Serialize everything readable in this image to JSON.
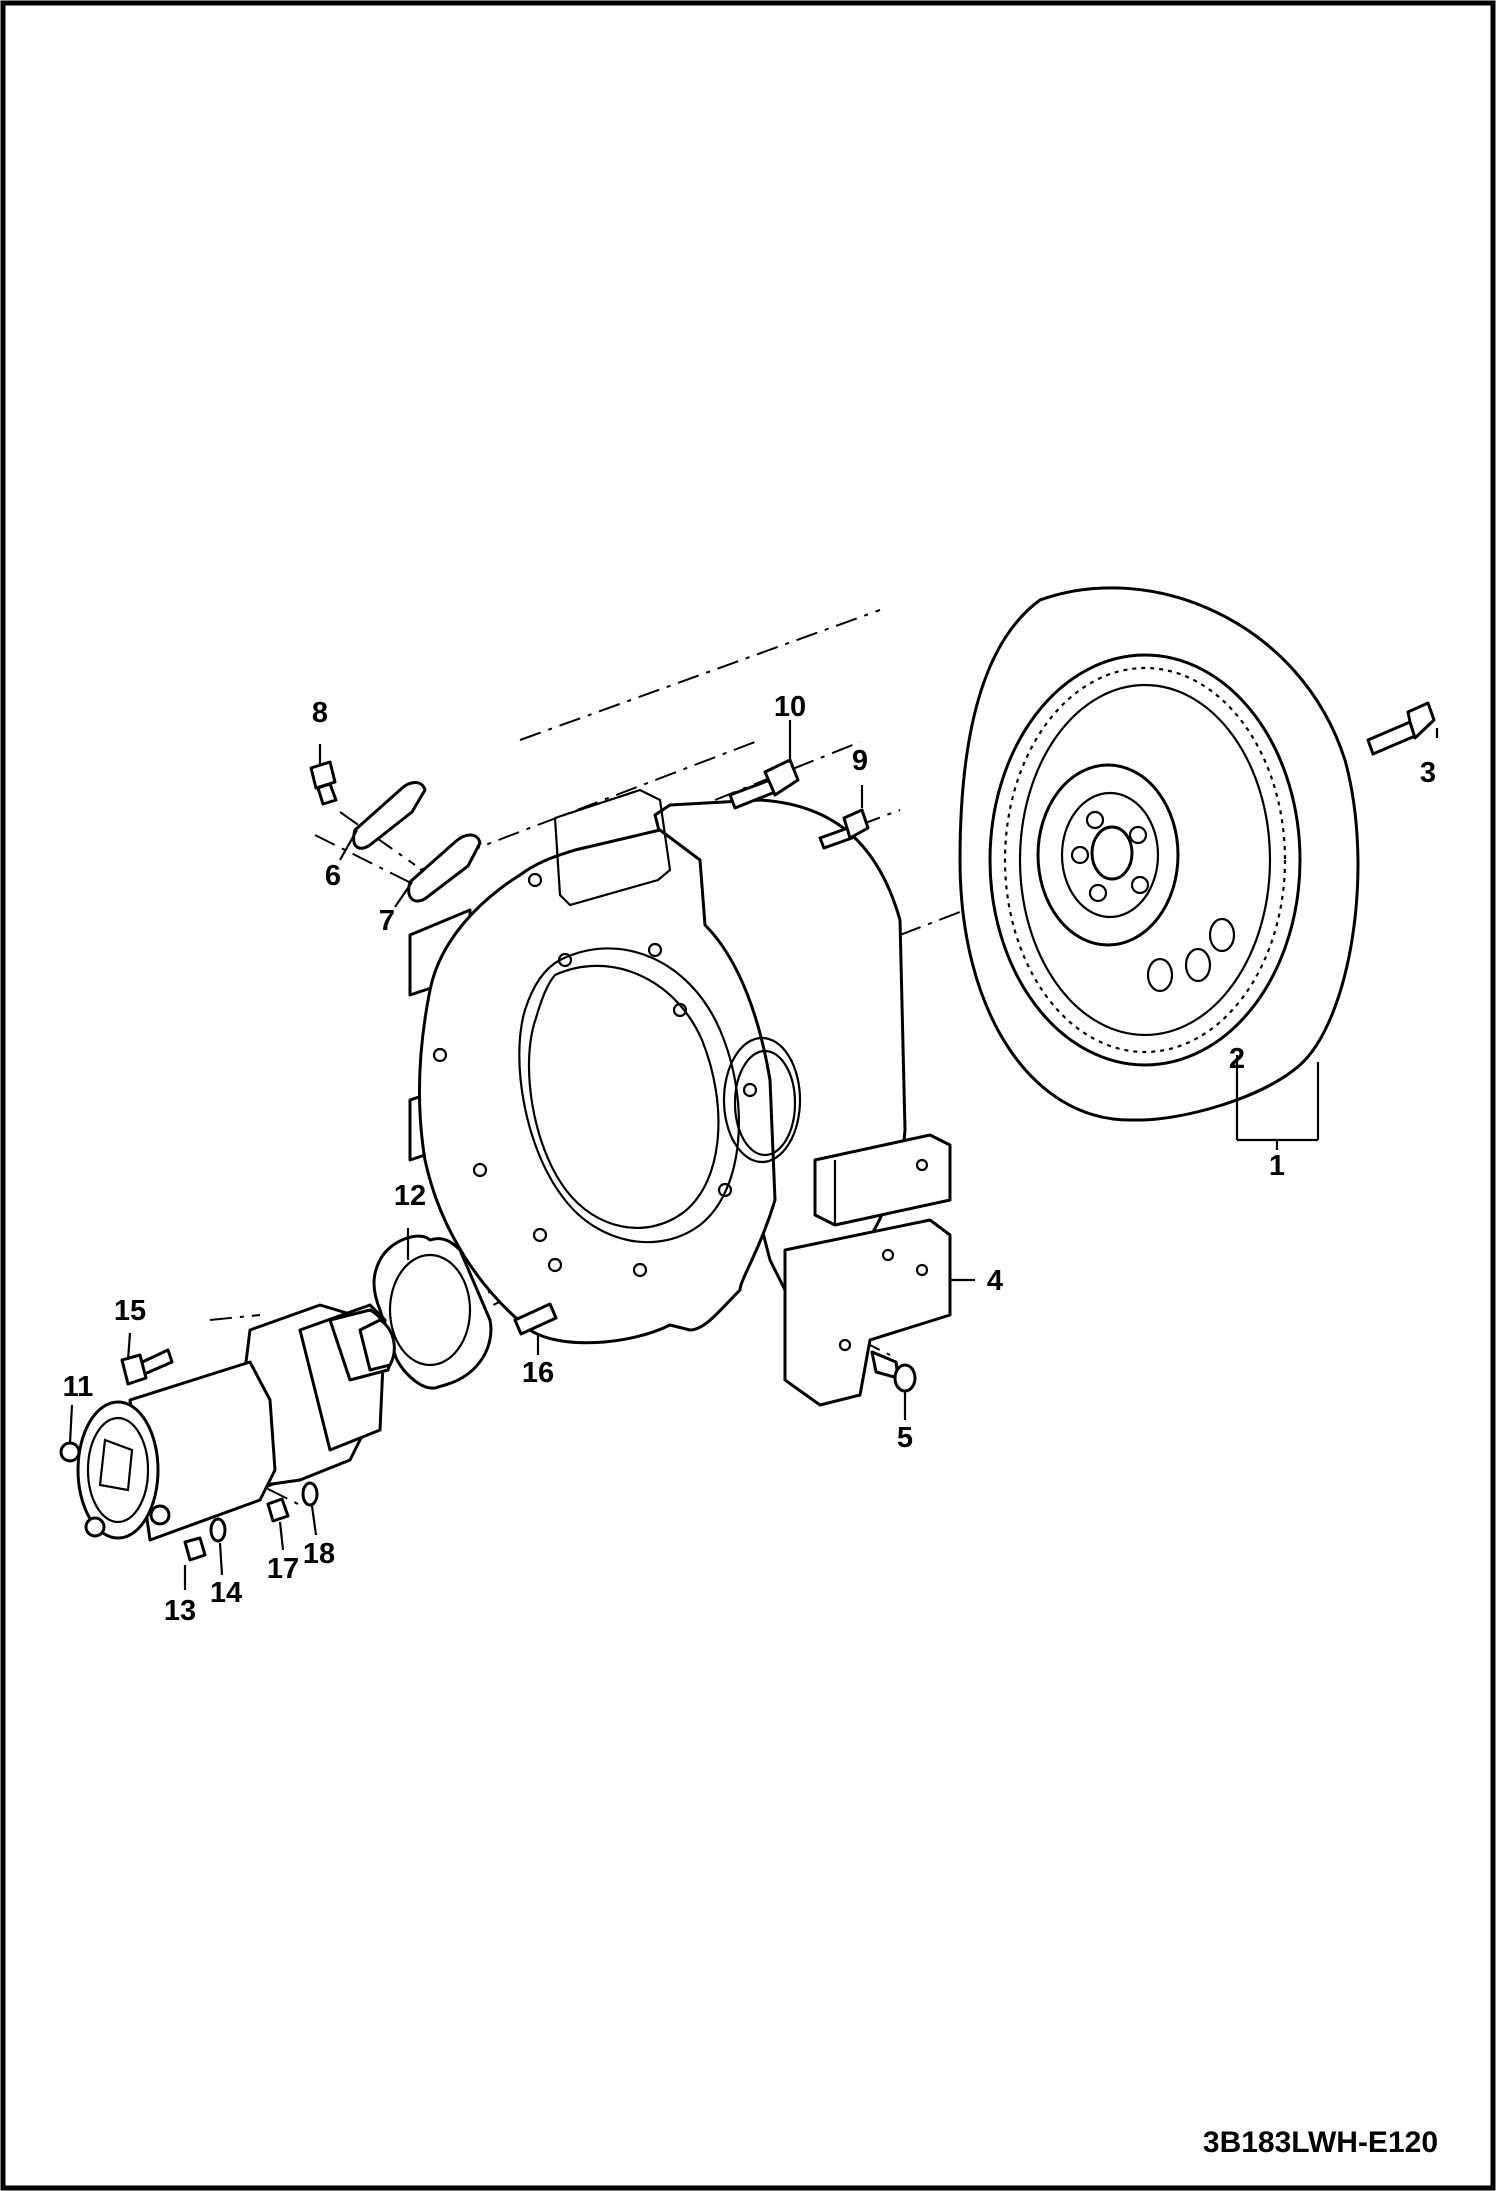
{
  "callouts": [
    "1",
    "2",
    "3",
    "4",
    "5",
    "6",
    "7",
    "8",
    "9",
    "10",
    "11",
    "12",
    "13",
    "14",
    "15",
    "16",
    "17",
    "18"
  ],
  "document_id": "3B183LWH-E120"
}
